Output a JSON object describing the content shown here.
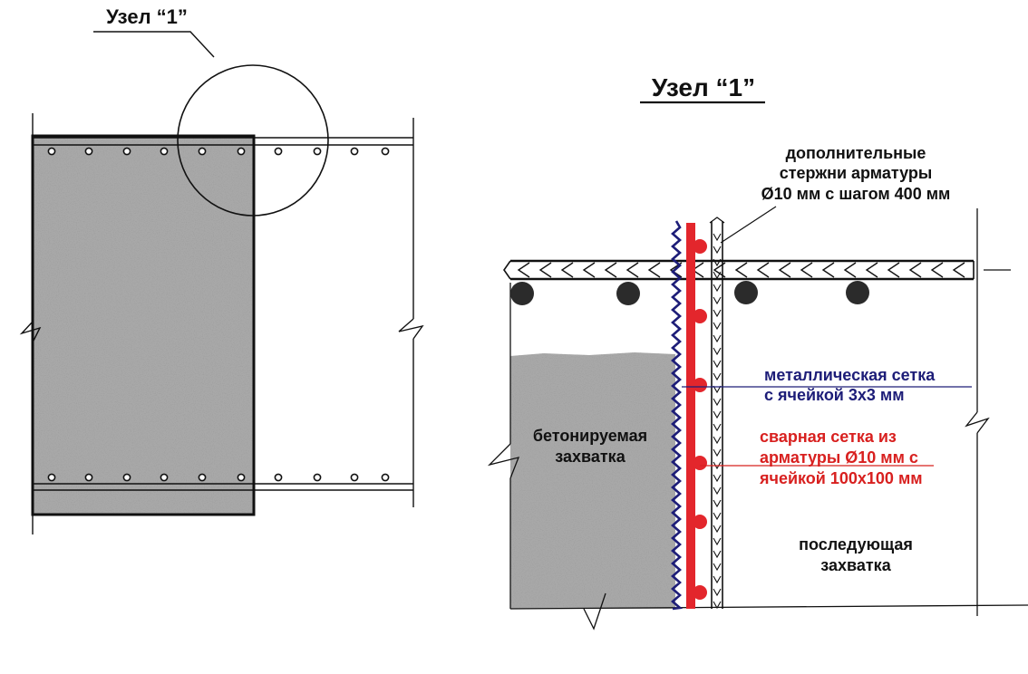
{
  "node_label_left": "Узел “1”",
  "node_label_right": "Узел “1”",
  "rebar_note": {
    "line1": "дополнительные",
    "line2": "стержни арматуры",
    "line3": "Ø10 мм с шагом 400 мм"
  },
  "metal_mesh_note": {
    "line1": "металлическая сетка",
    "line2": "с ячейкой 3х3 мм"
  },
  "welded_mesh_note": {
    "line1": "сварная сетка из",
    "line2": "арматуры Ø10 мм с",
    "line3": "ячейкой 100х100 мм"
  },
  "concreted_zone": {
    "line1": "бетонируемая",
    "line2": "захватка"
  },
  "next_zone": {
    "line1": "последующая",
    "line2": "захватка"
  },
  "colors": {
    "line": "#1a1a1a",
    "concrete": "#a8a8a8",
    "welded_mesh": "#e3262c",
    "metal_mesh": "#1d1d78",
    "metal_mesh_text": "#1d1d78",
    "welded_mesh_text": "#d8201f"
  }
}
